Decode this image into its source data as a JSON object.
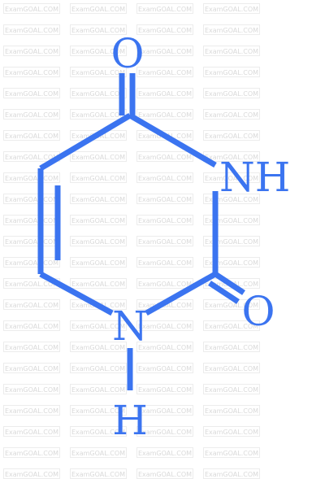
{
  "watermark": {
    "text": "ExamGOAL.COM"
  },
  "molecule": {
    "atoms": {
      "top_oxygen": "O",
      "nh_top_right": "NH",
      "right_oxygen": "O",
      "bottom_nitrogen": "N",
      "bottom_hydrogen": "H"
    }
  },
  "colors": {
    "structure": "#3b74f0",
    "watermark_text": "#d9d9d9",
    "background": "#ffffff"
  }
}
